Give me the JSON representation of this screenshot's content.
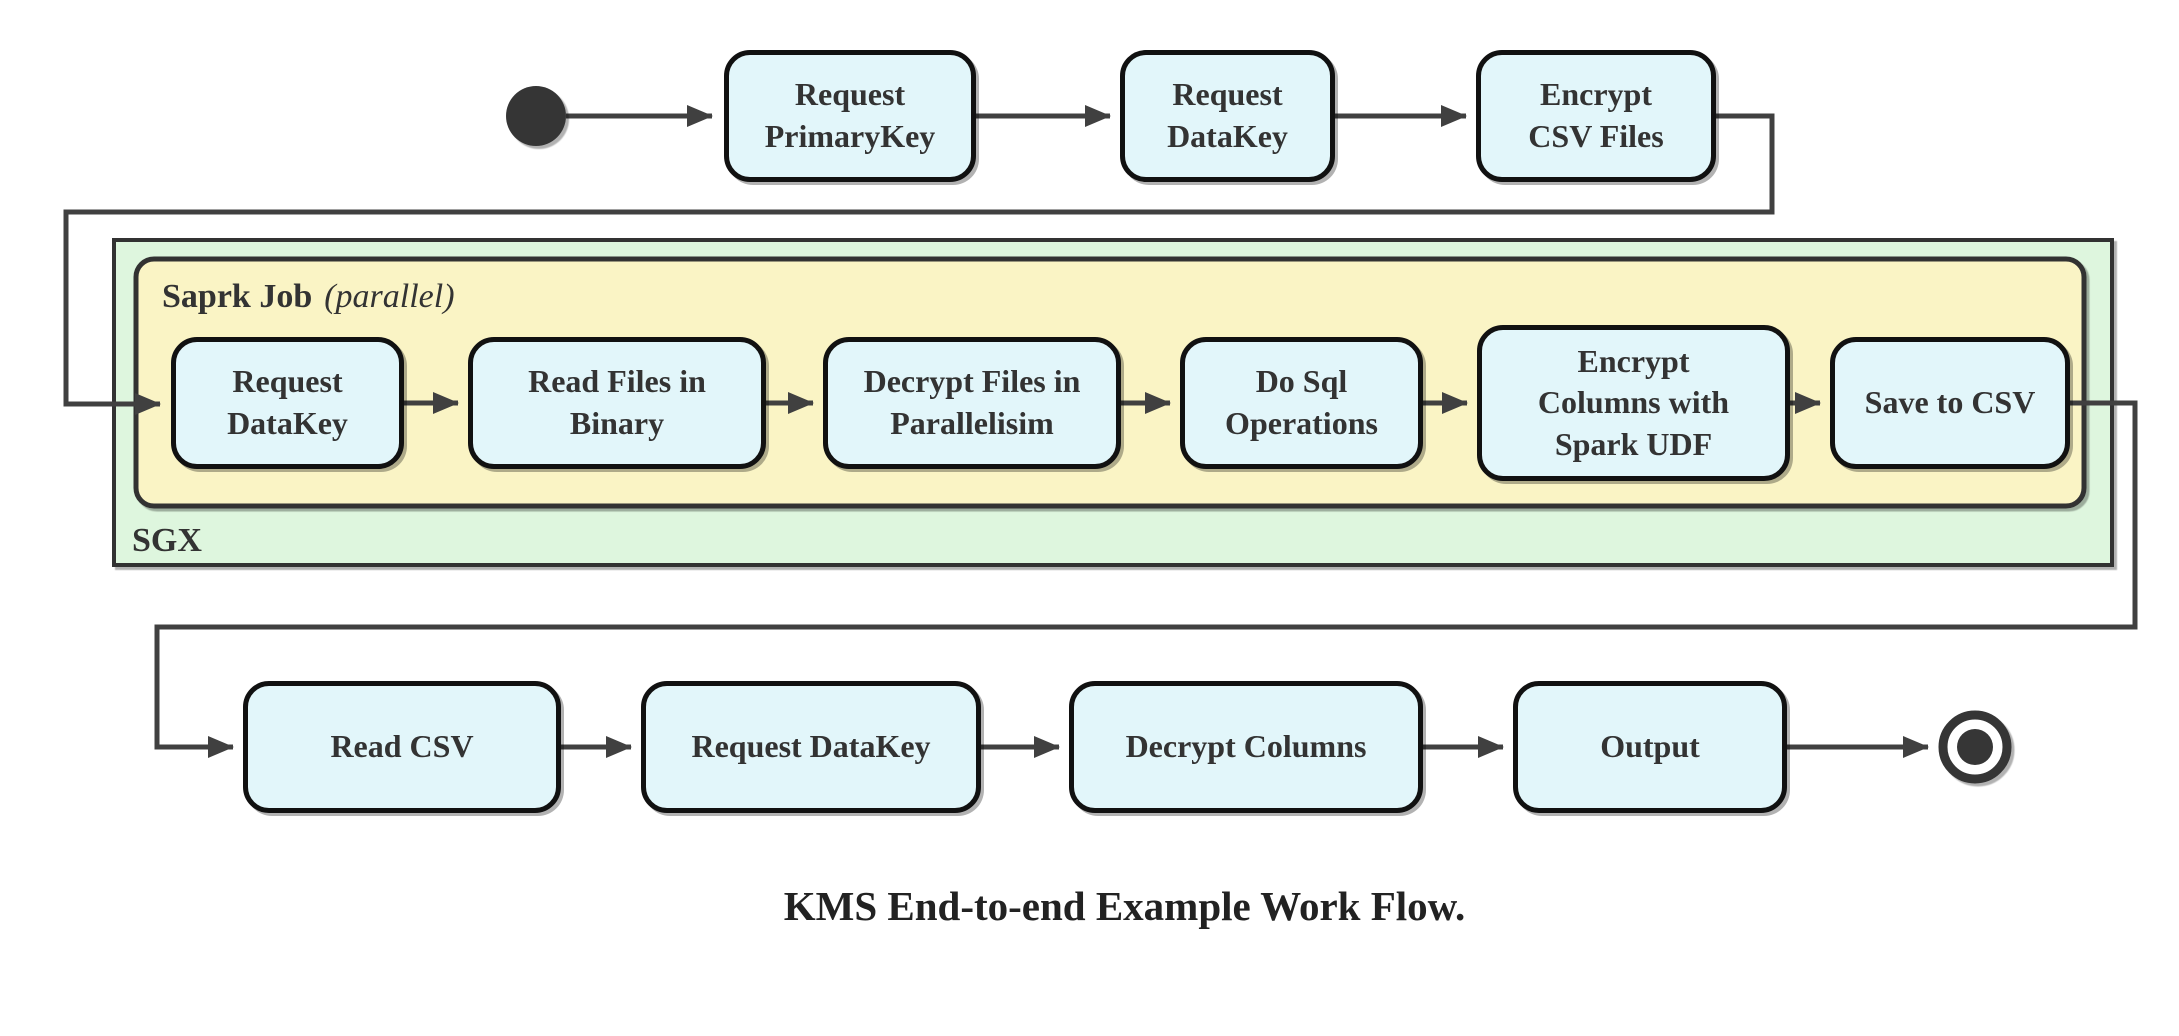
{
  "diagram": {
    "type": "activity-workflow",
    "caption": "KMS End-to-end Example Work Flow.",
    "containers": {
      "sgx": {
        "label": "SGX"
      },
      "spark_job": {
        "title": "Saprk Job",
        "qualifier": "(parallel)"
      }
    },
    "nodes": {
      "request_primarykey": "Request\nPrimaryKey",
      "request_datakey_top": "Request\nDataKey",
      "encrypt_csv_files": "Encrypt\nCSV Files",
      "request_datakey_sgx": "Request\nDataKey",
      "read_files_in_binary": "Read Files in\nBinary",
      "decrypt_files_in_parallelisim": "Decrypt Files in\nParallelisim",
      "do_sql_operations": "Do Sql\nOperations",
      "encrypt_columns_with_spark_udf": "Encrypt\nColumns with\nSpark UDF",
      "save_to_csv": "Save to CSV",
      "read_csv": "Read CSV",
      "request_datakey_client": "Request DataKey",
      "decrypt_columns": "Decrypt Columns",
      "output": "Output"
    },
    "flow_order": [
      "start",
      "request_primarykey",
      "request_datakey_top",
      "encrypt_csv_files",
      "request_datakey_sgx",
      "read_files_in_binary",
      "decrypt_files_in_parallelisim",
      "do_sql_operations",
      "encrypt_columns_with_spark_udf",
      "save_to_csv",
      "read_csv",
      "request_datakey_client",
      "decrypt_columns",
      "output",
      "end"
    ],
    "colors": {
      "node_fill": "#e2f6fa",
      "node_border": "#111111",
      "sgx_fill": "#def6de",
      "spark_job_fill": "#faf4c5",
      "container_border": "#333333",
      "edge": "#404040",
      "text": "#333333",
      "start_end": "#363636",
      "background": "#ffffff"
    }
  }
}
